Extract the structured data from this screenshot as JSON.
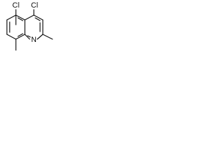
{
  "molecule": {
    "atoms": {
      "cl_left": "Cl",
      "cl_right": "Cl",
      "n_ring": "N"
    },
    "line_color": "#111111",
    "background": "#ffffff"
  }
}
